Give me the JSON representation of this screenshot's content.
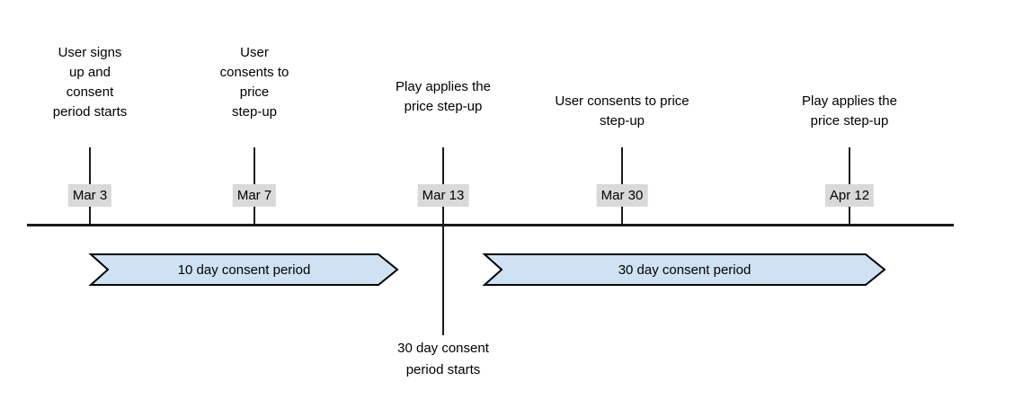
{
  "events": [
    {
      "date": "Mar 3",
      "label": "User signs\nup and\nconsent\nperiod starts"
    },
    {
      "date": "Mar 7",
      "label": "User\nconsents to\nprice\nstep-up"
    },
    {
      "date": "Mar 13",
      "label": "Play applies the\nprice step-up",
      "note_below": "30 day consent\nperiod starts"
    },
    {
      "date": "Mar 30",
      "label": "User consents to price\nstep-up"
    },
    {
      "date": "Apr 12",
      "label": "Play applies the\nprice step-up"
    }
  ],
  "periods": [
    {
      "label": "10 day consent period"
    },
    {
      "label": "30 day consent period"
    }
  ],
  "colors": {
    "banner_fill": "#cfe2f3",
    "banner_stroke": "#000000",
    "date_bg": "#d9d9d9",
    "line_color": "#1a1a1a",
    "text_color": "#000000"
  }
}
